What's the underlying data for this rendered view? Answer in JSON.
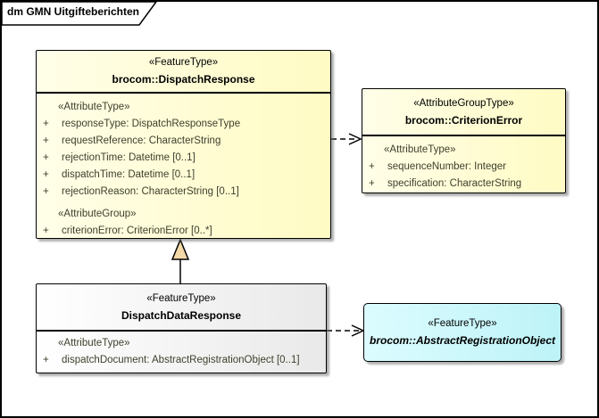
{
  "frame": {
    "title": "dm GMN Uitgifteberichten"
  },
  "colors": {
    "class_fill_yellow": "#FFFBC4",
    "object_fill_gray": "#E9E9E9",
    "abstract_fill_cyan": "#BDF3F7",
    "border": "#000000",
    "attribute_text": "#3F3F2C",
    "generalization_triangle_fill": "#F2D9A7",
    "shadow": "#6E6E6E"
  },
  "classes": {
    "dispatch_response": {
      "stereotype": "«FeatureType»",
      "name": "brocom::DispatchResponse",
      "attr_type_label": "«AttributeType»",
      "attributes": [
        {
          "vis": "+",
          "text": "responseType: DispatchResponseType"
        },
        {
          "vis": "+",
          "text": "requestReference: CharacterString"
        },
        {
          "vis": "+",
          "text": "rejectionTime: Datetime [0..1]"
        },
        {
          "vis": "+",
          "text": "dispatchTime: Datetime [0..1]"
        },
        {
          "vis": "+",
          "text": "rejectionReason: CharacterString [0..1]"
        }
      ],
      "attr_group_label": "«AttributeGroup»",
      "group_attributes": [
        {
          "vis": "+",
          "text": "criterionError: CriterionError [0..*]"
        }
      ]
    },
    "criterion_error": {
      "stereotype": "«AttributeGroupType»",
      "name": "brocom::CriterionError",
      "attr_type_label": "«AttributeType»",
      "attributes": [
        {
          "vis": "+",
          "text": "sequenceNumber: Integer"
        },
        {
          "vis": "+",
          "text": "specification: CharacterString"
        }
      ]
    },
    "dispatch_data_response": {
      "stereotype": "«FeatureType»",
      "name": "DispatchDataResponse",
      "attr_type_label": "«AttributeType»",
      "attributes": [
        {
          "vis": "+",
          "text": "dispatchDocument: AbstractRegistrationObject [0..1]"
        }
      ]
    },
    "abstract_registration_object": {
      "stereotype": "«FeatureType»",
      "name": "brocom::AbstractRegistrationObject"
    }
  },
  "connectors": [
    {
      "type": "dependency",
      "source": "brocom::DispatchResponse",
      "target": "brocom::CriterionError",
      "style": "dashed-open-arrow"
    },
    {
      "type": "generalization",
      "source": "DispatchDataResponse",
      "target": "brocom::DispatchResponse",
      "style": "solid-filled-triangle"
    },
    {
      "type": "dependency",
      "source": "DispatchDataResponse",
      "target": "brocom::AbstractRegistrationObject",
      "style": "dashed-open-arrow"
    }
  ]
}
